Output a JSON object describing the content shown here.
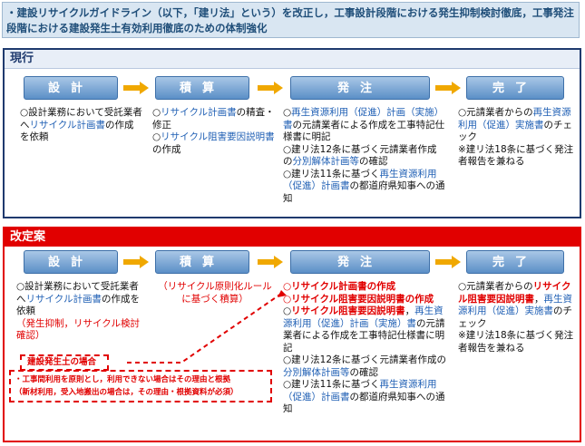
{
  "headline": "・建設リサイクルガイドライン（以下，「建リ法」という）を改正し，工事設計段階における発生抑制検討徹底，工事発注段階における建設発生土有効利用徹底のための体制強化",
  "stages": [
    "設計",
    "積算",
    "発注",
    "完了"
  ],
  "current": {
    "title": "現行",
    "col1": {
      "a": "○設計業務において受託業者へ",
      "b": "リサイクル計画書",
      "c": "の作成を依頼"
    },
    "col2": {
      "l1a": "○",
      "l1b": "リサイクル計画書",
      "l1c": "の精査・修正",
      "l2a": "○",
      "l2b": "リサイクル阻害要因説明書",
      "l2c": "の作成"
    },
    "col3": {
      "l1a": "○",
      "l1b": "再生資源利用（促進）計画（実施）書",
      "l1c": "の元請業者による作成を工事特記仕様書に明記",
      "l2a": "○建リ法12条に基づく元請業者作成の",
      "l2b": "分別解体計画等",
      "l2c": "の確認",
      "l3a": "○建リ法11条に基づく",
      "l3b": "再生資源利用（促進）計画書",
      "l3c": "の都道府県知事への通知"
    },
    "col4": {
      "l1a": "○元請業者からの",
      "l1b": "再生資源利用（促進）実施書",
      "l1c": "のチェック",
      "l2": "※建リ法18条に基づく発注者報告を兼ねる"
    }
  },
  "proposal": {
    "title": "改定案",
    "col1": {
      "a": "○設計業務において受託業者へ",
      "b": "リサイクル計画書",
      "c": "の作成を依頼",
      "d": "（発生抑制，リサイクル検討確認）"
    },
    "col2": "（リサイクル原則化ルールに基づく積算）",
    "col3": {
      "l1": "○リサイクル計画書の作成",
      "l2": "○リサイクル阻害要因説明書の作成",
      "l3a": "○",
      "l3b": "リサイクル阻害要因説明書",
      "l3c": "，",
      "l3d": "再生資源利用（促進）計画（実施）書",
      "l3e": "の元請業者による作成を工事特記仕様書に明記",
      "l4a": "○建リ法12条に基づく元請業者作成の",
      "l4b": "分別解体計画等",
      "l4c": "の確認",
      "l5a": "○建リ法11条に基づく",
      "l5b": "再生資源利用（促進）計画書",
      "l5c": "の都道府県知事への通知"
    },
    "col4": {
      "l1a": "○元請業者からの",
      "l1b": "リサイクル阻害要因説明書",
      "l1c": "，",
      "l1d": "再生資源利用（促進）実施書",
      "l1e": "のチェック",
      "l2": "※建リ法18条に基づく発注者報告を兼ねる"
    },
    "note_title": "建設発生土の場合",
    "note_l1": "・工事間利用を原則とし，利用できない場合はその理由と根拠",
    "note_l2": "（新材利用，受入地搬出の場合は，その理由・根拠資料が必須）"
  },
  "colors": {
    "current_border": "#1f3a6e",
    "proposal_border": "#e10000",
    "stage_fill": "#5b8fc7",
    "arrow": "#f0a800",
    "highlight_blue": "#1f5fb4",
    "highlight_red": "#e10000"
  }
}
